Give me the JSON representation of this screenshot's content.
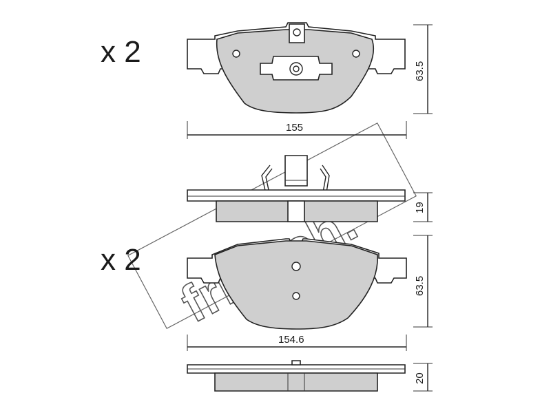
{
  "top_pad": {
    "quantity_label": "x 2",
    "width_label": "155",
    "height_label": "63.5",
    "thickness_label": "19"
  },
  "bottom_pad": {
    "quantity_label": "x 2",
    "width_label": "154.6",
    "height_label": "63.5",
    "thickness_label": "20"
  },
  "watermark": {
    "text": "fri.tech."
  }
}
